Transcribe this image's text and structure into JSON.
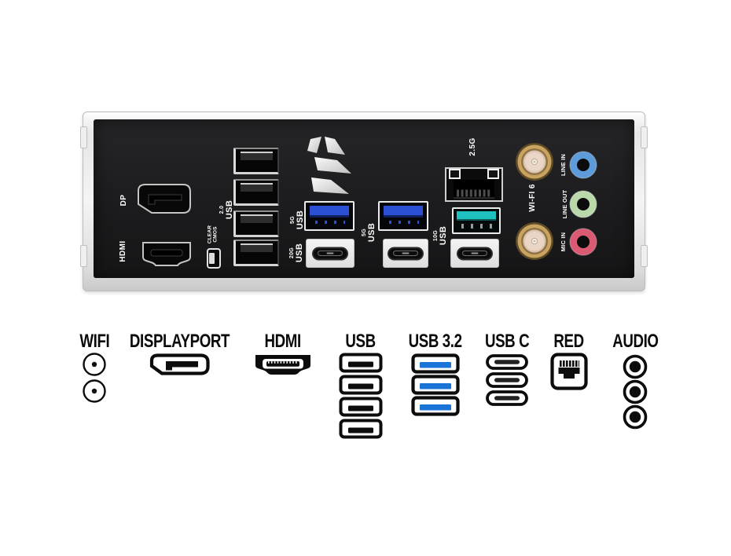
{
  "colors": {
    "usb5g_blue": "#2b50d4",
    "usb10g_teal": "#1fc0c0",
    "usb32_blue": "#1a74d8",
    "line_in_blue": "#5d9bd9",
    "line_out_green": "#b9d9aa",
    "mic_in_red": "#d95a72",
    "antenna_gold": "#c9a45e",
    "panel_black": "#1d1d1f"
  },
  "io_panel": {
    "dp": {
      "label": "DP"
    },
    "hdmi": {
      "label": "HDMI"
    },
    "clear_cmos": {
      "line1": "CLEAR",
      "line2": "CMOS"
    },
    "usb2": {
      "speed": "2.0",
      "name": "USB"
    },
    "usb5g_left": {
      "speed": "5G",
      "name": "USB"
    },
    "usb20g": {
      "speed": "20G",
      "name": "USB"
    },
    "usb5g_right": {
      "speed": "5G",
      "name": "USB"
    },
    "usb10g": {
      "speed": "10G",
      "name": "USB"
    },
    "lan": {
      "label": "2.5G"
    },
    "wifi": {
      "label": "WI-FI 6"
    },
    "audio": {
      "line_in": "LINE IN",
      "line_out": "LINE OUT",
      "mic_in": "MIC IN"
    }
  },
  "legend": {
    "wifi": {
      "label": "WIFI"
    },
    "displayport": {
      "label": "DISPLAYPORT"
    },
    "hdmi": {
      "label": "HDMI"
    },
    "usb": {
      "label": "USB"
    },
    "usb32": {
      "label": "USB 3.2"
    },
    "usbc": {
      "label": "USB C"
    },
    "red": {
      "label": "RED"
    },
    "audio": {
      "label": "AUDIO"
    }
  }
}
